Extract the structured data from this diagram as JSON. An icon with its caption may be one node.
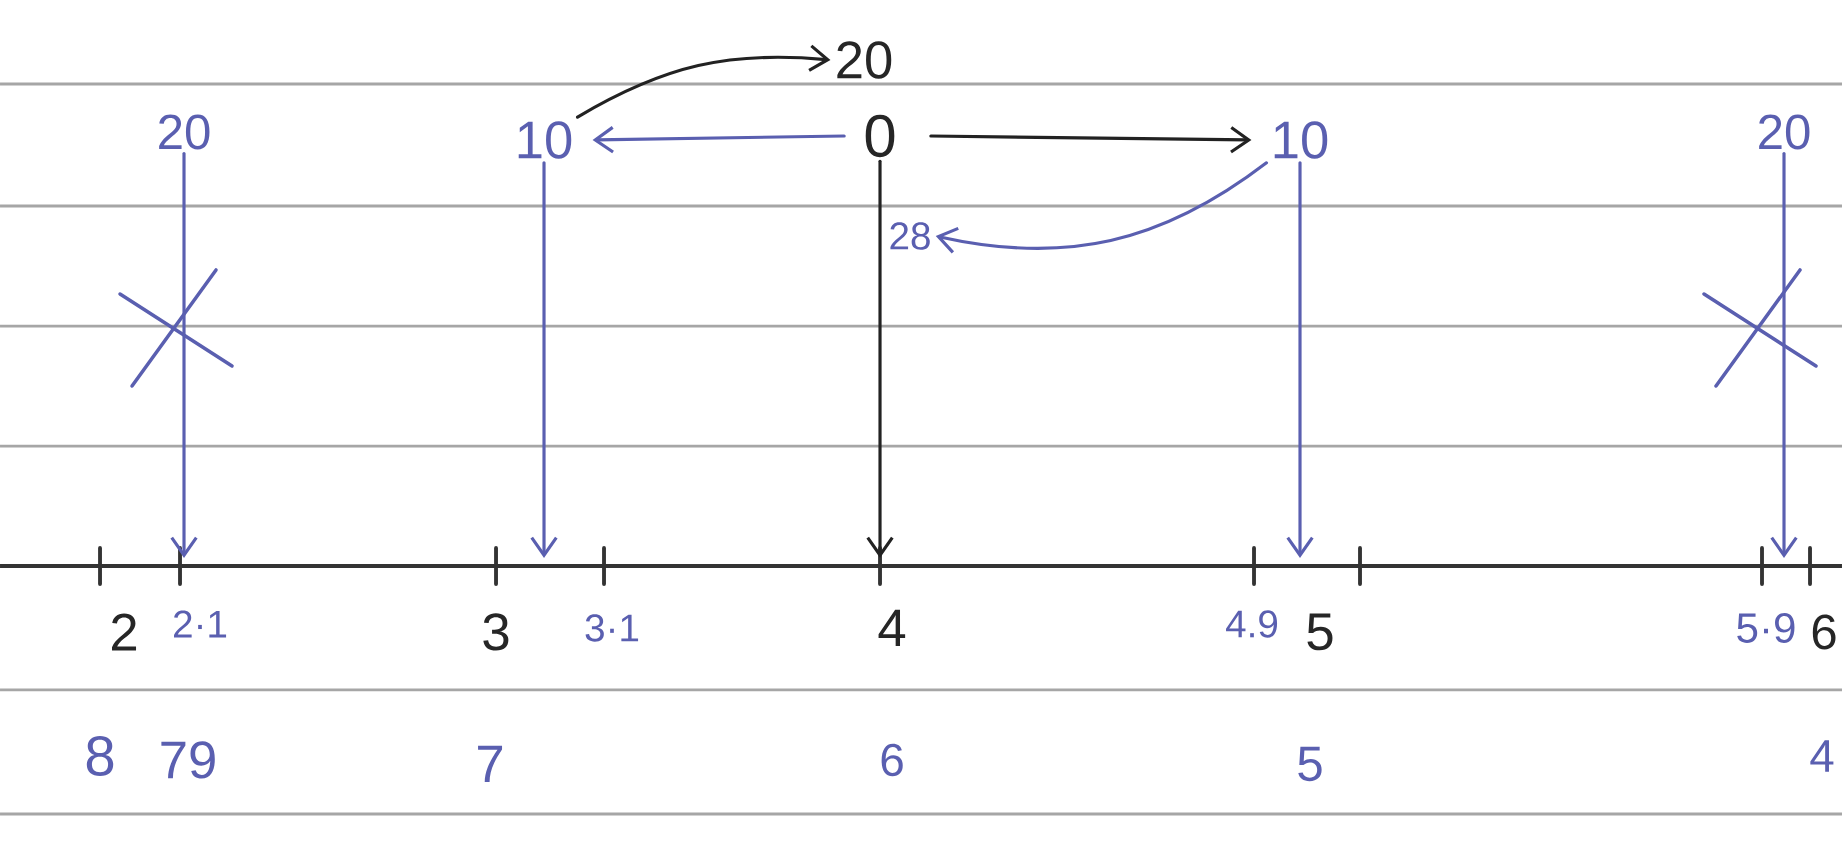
{
  "diagram": {
    "nodes": [
      {
        "text": [
          "20"
        ]
      },
      {
        "text": [
          "20"
        ]
      },
      {
        "text": [
          "10"
        ]
      },
      {
        "text": [
          "0"
        ]
      },
      {
        "text": [
          "10"
        ]
      },
      {
        "text": [
          "20"
        ]
      },
      {
        "text": [
          "28"
        ]
      }
    ],
    "edges": [
      {
        "from": 2,
        "to": 0,
        "arrow": "to",
        "color": "#222222"
      },
      {
        "from": 3,
        "to": 2,
        "arrow": "to"
      },
      {
        "from": 3,
        "to": 4,
        "arrow": "to",
        "color": "#222222"
      },
      {
        "from": 4,
        "to": 6,
        "arrow": "to"
      },
      {
        "from": 1,
        "to": null,
        "arrow": "to"
      },
      {
        "from": 2,
        "to": null,
        "arrow": "to"
      },
      {
        "from": 3,
        "to": null,
        "arrow": "to",
        "color": "#222222"
      },
      {
        "from": 4,
        "to": null,
        "arrow": "to"
      },
      {
        "from": 5,
        "to": null,
        "arrow": "to"
      }
    ],
    "labels": [
      "2",
      "2·1",
      "3",
      "3·1",
      "4",
      "4.9",
      "5",
      "5·9",
      "6",
      "8",
      "79",
      "7",
      "6",
      "5",
      "4"
    ]
  }
}
